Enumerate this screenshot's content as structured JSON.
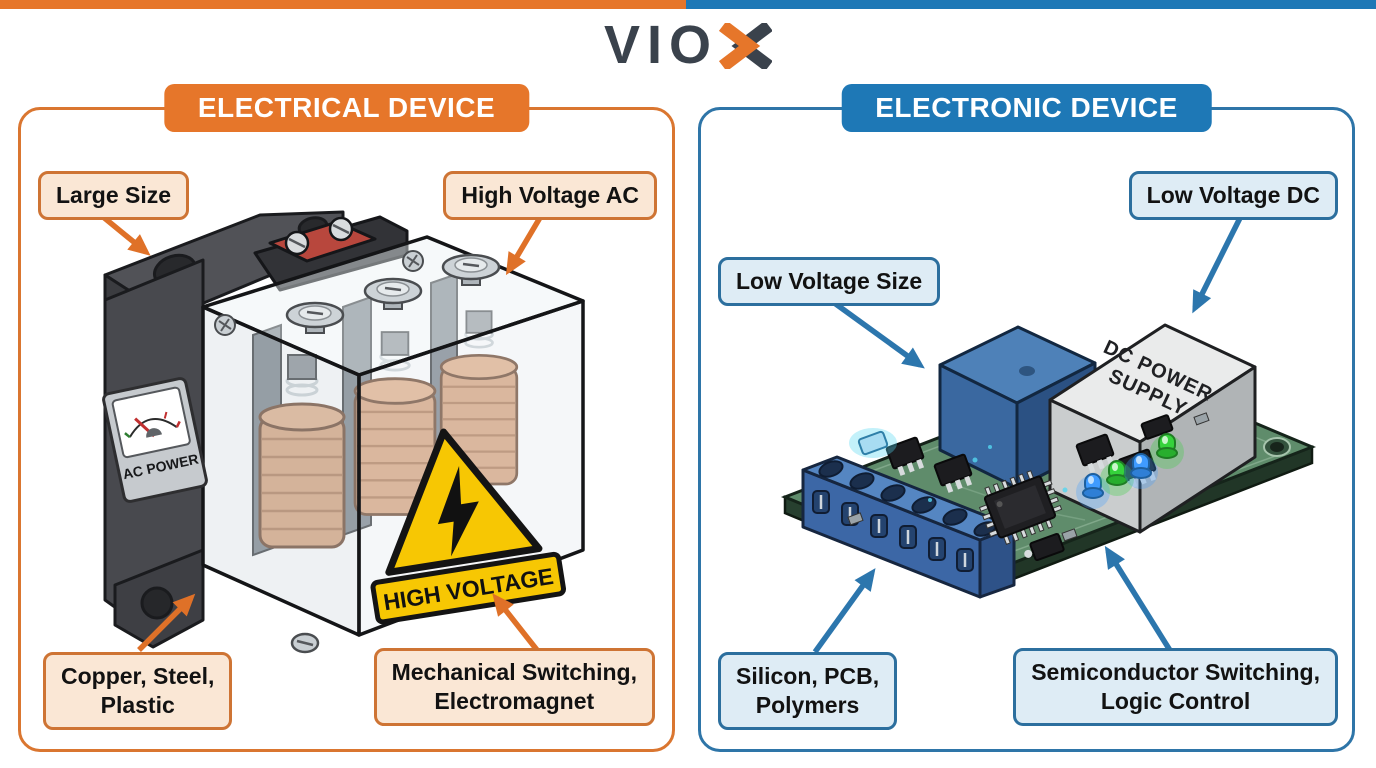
{
  "brand": {
    "logo_vio": "VIO"
  },
  "colors": {
    "orange": "#E6762A",
    "blue": "#1E78B6",
    "dark": "#3A424C"
  },
  "panels": {
    "electrical": {
      "title": "ELECTRICAL DEVICE",
      "label_size": "Large Size",
      "label_voltage": "High Voltage AC",
      "label_materials_line1": "Copper, Steel,",
      "label_materials_line2": "Plastic",
      "label_switching_line1": "Mechanical Switching,",
      "label_switching_line2": "Electromagnet",
      "device": {
        "meter_label": "AC POWER",
        "warning_label": "HIGH VOLTAGE"
      }
    },
    "electronic": {
      "title": "ELECTRONIC DEVICE",
      "label_size": "Low Voltage Size",
      "label_voltage": "Low Voltage DC",
      "label_materials_line1": "Silicon, PCB,",
      "label_materials_line2": "Polymers",
      "label_switching_line1": "Semiconductor Switching,",
      "label_switching_line2": "Logic Control",
      "device": {
        "psu_line1": "DC POWER",
        "psu_line2": "SUPPLY"
      }
    }
  }
}
